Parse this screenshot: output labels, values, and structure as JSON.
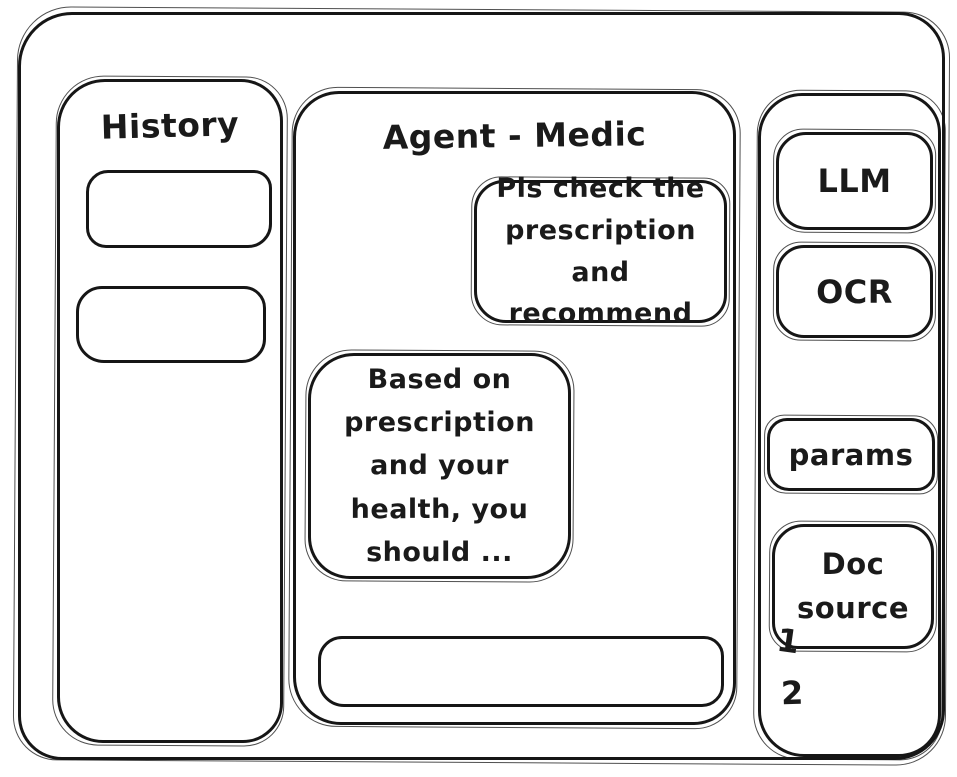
{
  "window": {
    "background": "#ffffff",
    "stroke_color": "#161616"
  },
  "history_panel": {
    "title": "History",
    "items": [
      {
        "label": ""
      },
      {
        "label": ""
      }
    ]
  },
  "chat_panel": {
    "title": "Agent - Medic",
    "messages": [
      {
        "role": "user",
        "text": "Pls check the\nprescription\nand recommend"
      },
      {
        "role": "assistant",
        "text": "Based on\nprescription\nand your\nhealth, you\nshould ..."
      }
    ],
    "input": {
      "value": "",
      "placeholder": ""
    }
  },
  "tools_panel": {
    "buttons": [
      {
        "label": "LLM"
      },
      {
        "label": "OCR"
      },
      {
        "label": "params"
      },
      {
        "label": "Doc\nsource"
      }
    ],
    "doc_sources": [
      {
        "label": "1"
      },
      {
        "label": "2"
      }
    ]
  }
}
